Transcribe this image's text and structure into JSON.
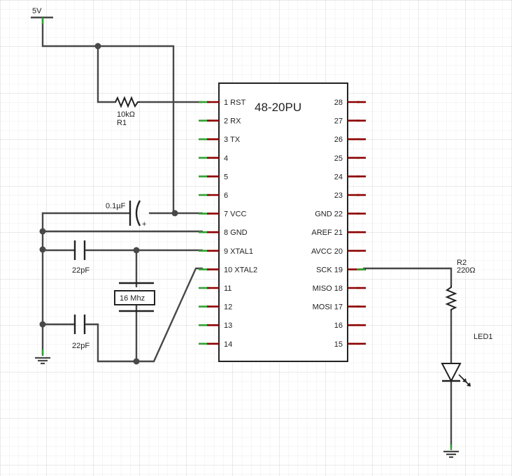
{
  "chip": {
    "name": "48-20PU",
    "left_pins": [
      {
        "label": "1 RST"
      },
      {
        "label": "2 RX"
      },
      {
        "label": "3 TX"
      },
      {
        "label": "4"
      },
      {
        "label": "5"
      },
      {
        "label": "6"
      },
      {
        "label": "7 VCC"
      },
      {
        "label": "8 GND"
      },
      {
        "label": "9 XTAL1"
      },
      {
        "label": "10 XTAL2"
      },
      {
        "label": "11"
      },
      {
        "label": "12"
      },
      {
        "label": "13"
      },
      {
        "label": "14"
      }
    ],
    "right_pins": [
      {
        "label": "28"
      },
      {
        "label": "27"
      },
      {
        "label": "26"
      },
      {
        "label": "25"
      },
      {
        "label": "24"
      },
      {
        "label": "23"
      },
      {
        "label": "GND 22"
      },
      {
        "label": "AREF 21"
      },
      {
        "label": "AVCC 20"
      },
      {
        "label": "SCK 19"
      },
      {
        "label": "MISO 18"
      },
      {
        "label": "MOSI 17"
      },
      {
        "label": "16"
      },
      {
        "label": "15"
      }
    ]
  },
  "power": {
    "label": "5V"
  },
  "r1": {
    "value": "10kΩ",
    "name": "R1"
  },
  "c_decouple": {
    "value": "0.1µF",
    "polarity": "+"
  },
  "c1": {
    "value": "22pF"
  },
  "c2": {
    "value": "22pF"
  },
  "crystal": {
    "label": "16 Mhz"
  },
  "r2": {
    "name": "R2",
    "value": "220Ω"
  },
  "led": {
    "name": "LED1"
  },
  "colors": {
    "wire": "#484848",
    "pin": "#8b0000",
    "pin_end": "#2ea12e",
    "grid_major": "#d6d6d6",
    "grid_minor": "#ececec"
  }
}
